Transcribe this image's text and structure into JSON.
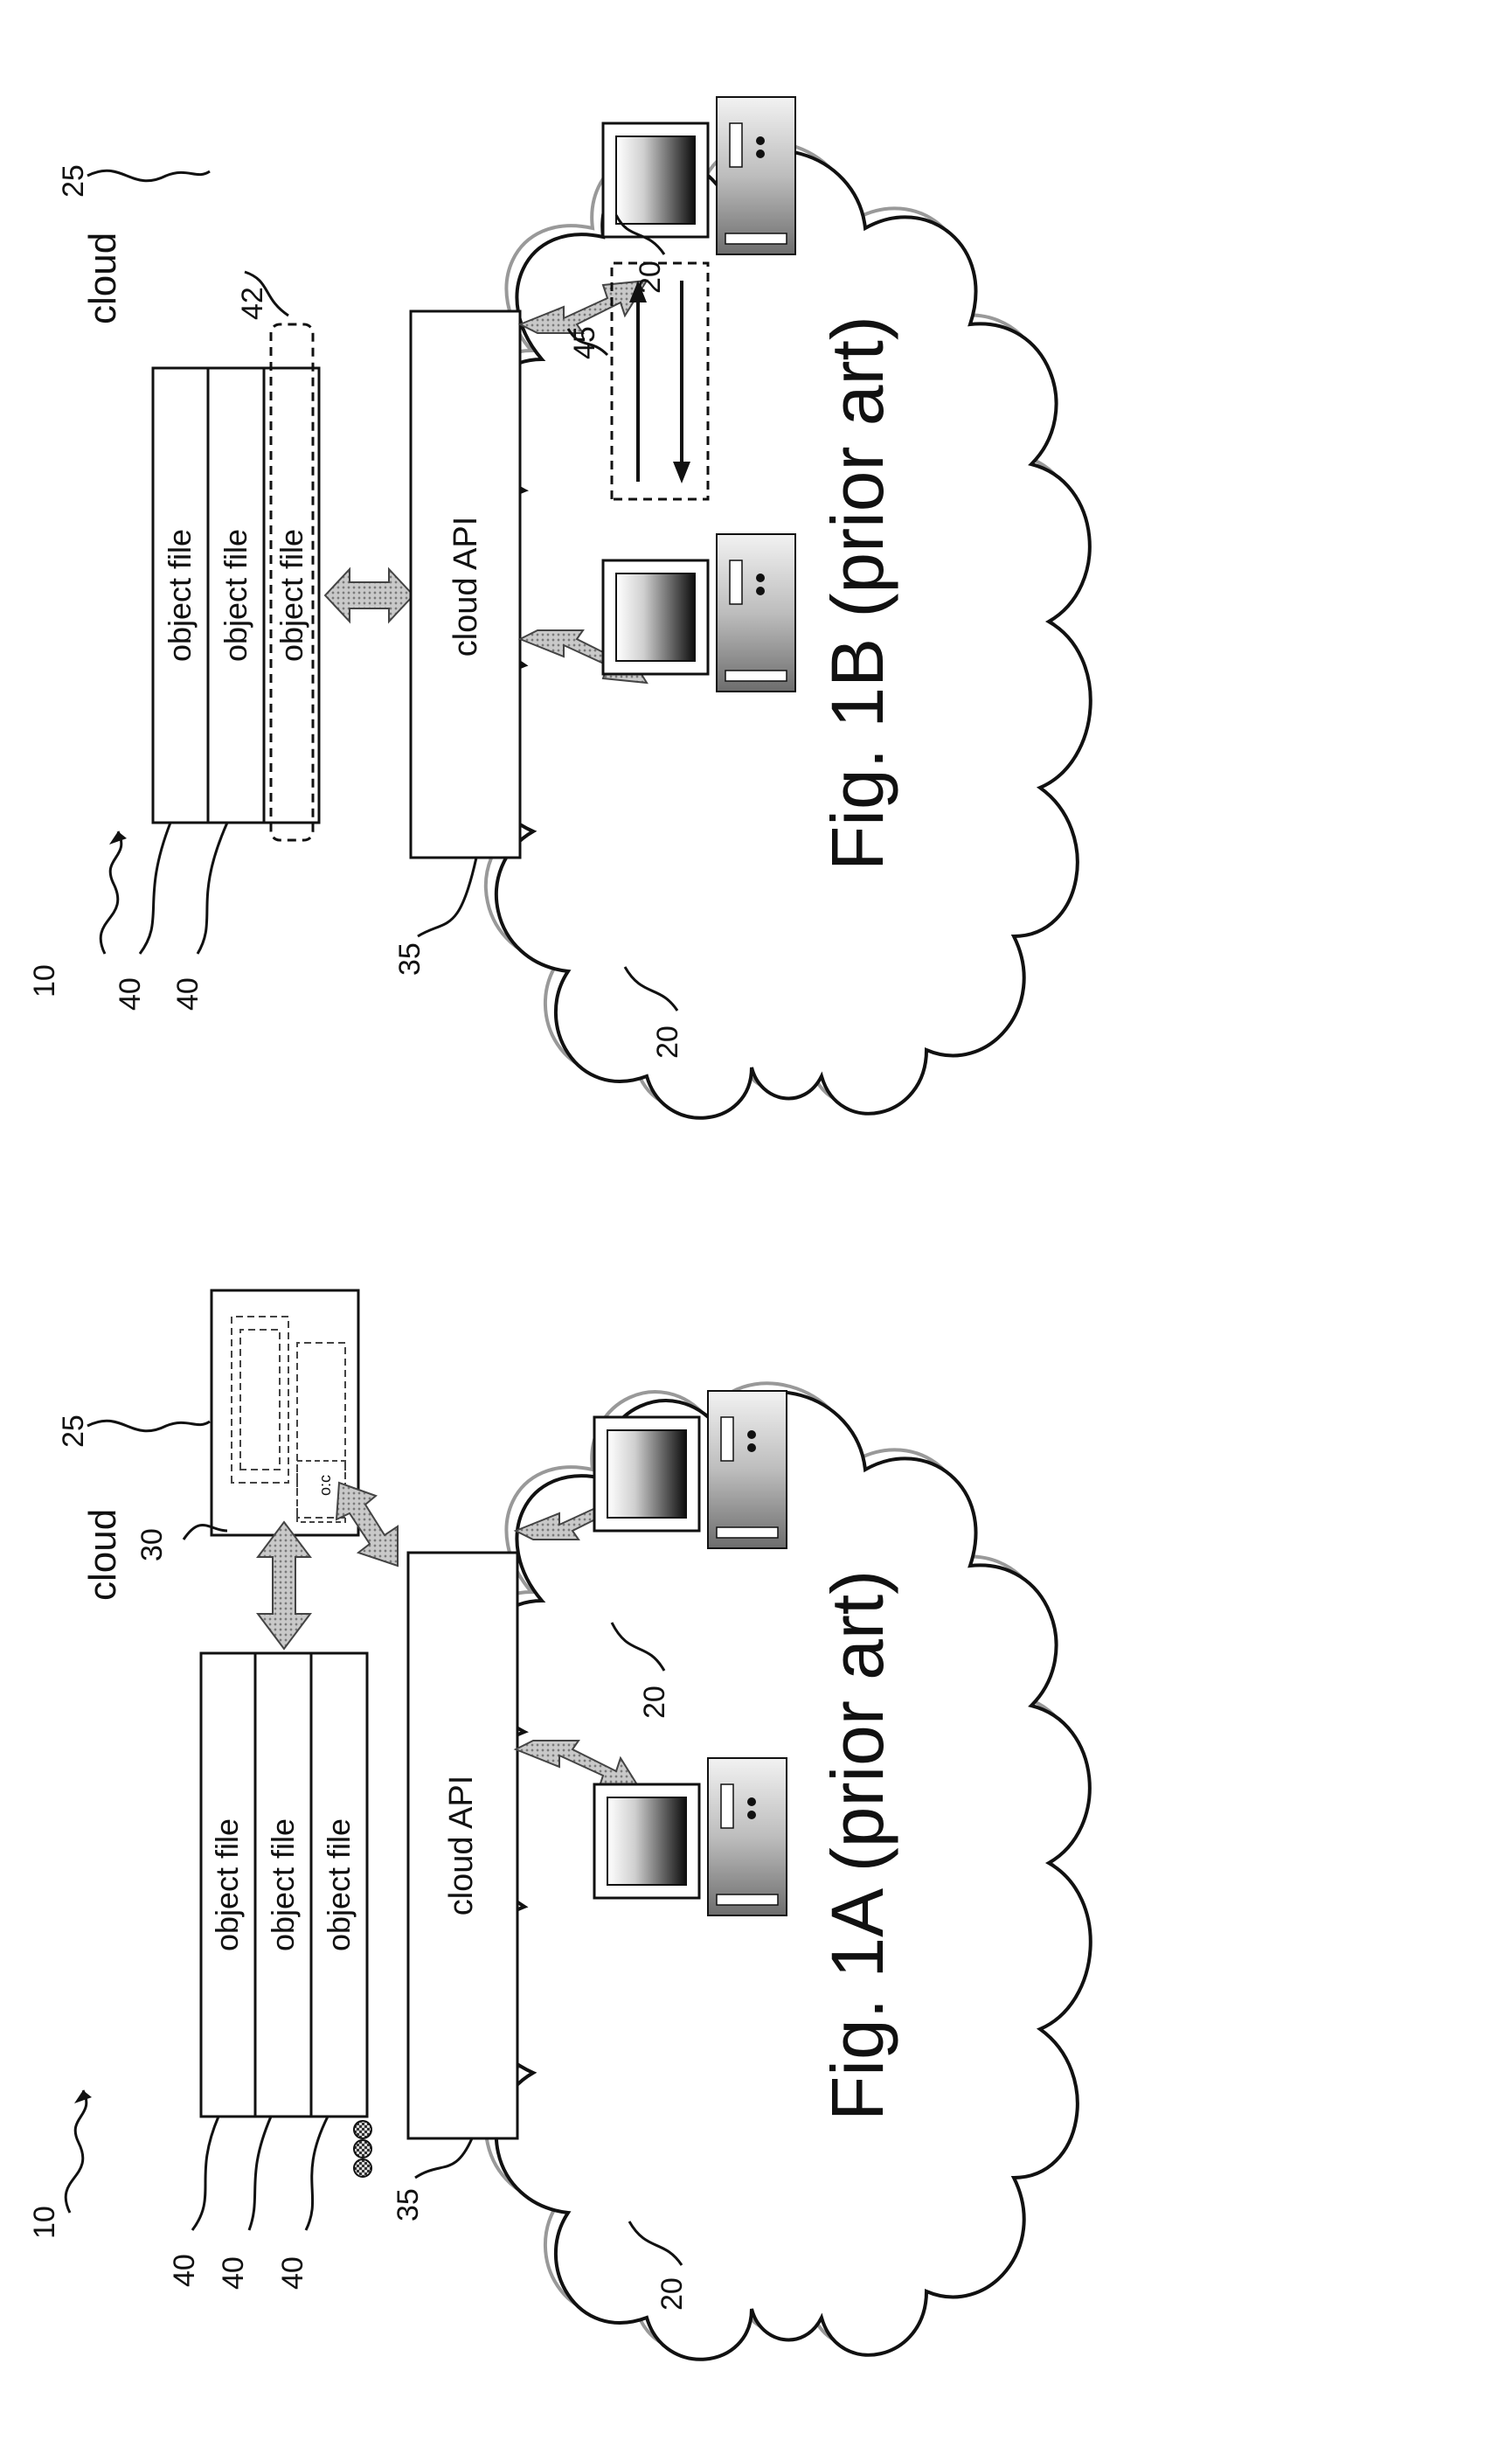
{
  "fig_1a": {
    "title": "Fig. 1A (prior art)",
    "cloud_label": "cloud",
    "ref_system": "10",
    "ref_cloud": "25",
    "ref_server": "30",
    "ref_api": "35",
    "ref_object": "40",
    "ref_client": "20",
    "api_label": "cloud API",
    "object_files": [
      "object file",
      "object file",
      "object file"
    ],
    "server_inner_label": "o:c"
  },
  "fig_1b": {
    "title": "Fig. 1B (prior art)",
    "cloud_label": "cloud",
    "ref_system": "10",
    "ref_cloud": "25",
    "ref_api": "35",
    "ref_object": "40",
    "ref_selection": "42",
    "ref_transfer": "45",
    "ref_client": "20",
    "api_label": "cloud API",
    "object_files": [
      "object file",
      "object file",
      "object file"
    ]
  }
}
